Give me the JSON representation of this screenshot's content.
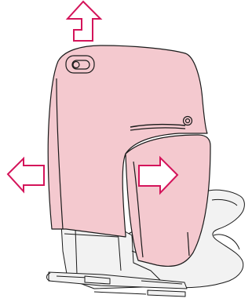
{
  "diagram": {
    "subject": "child car seat",
    "colors": {
      "background": "#ffffff",
      "backrest_fill": "#f4c9cf",
      "side_wing_fill": "#f4c9cf",
      "base_fill": "#f2f2f2",
      "line": "#1a1a1a",
      "arrow_fill": "#ffffff",
      "arrow_stroke": "#d4145a"
    },
    "arrows": [
      {
        "id": "up",
        "icon": "arrow-up-icon",
        "direction": "up"
      },
      {
        "id": "left",
        "icon": "arrow-left-icon",
        "direction": "left"
      },
      {
        "id": "right",
        "icon": "arrow-right-icon",
        "direction": "right"
      }
    ]
  }
}
